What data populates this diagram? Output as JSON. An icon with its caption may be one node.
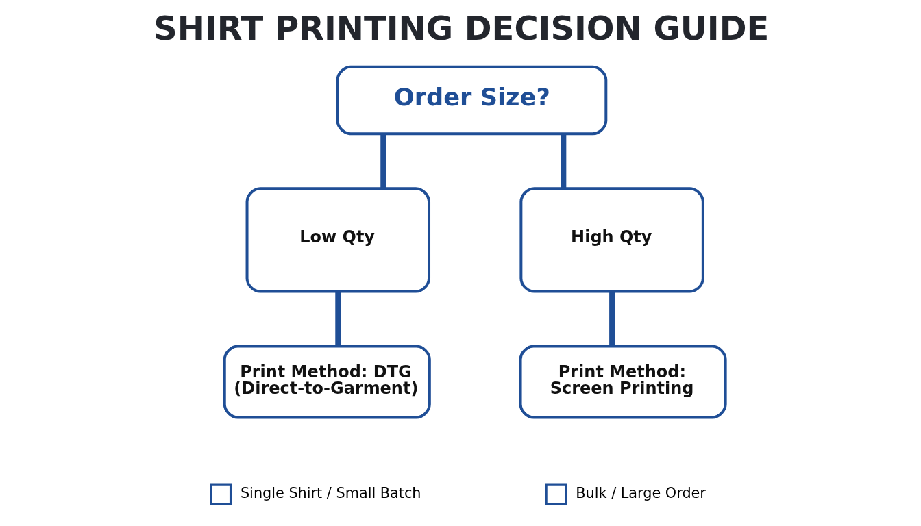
{
  "diagram": {
    "title": "SHIRT PRINTING DECISION GUIDE",
    "nodes": [
      {
        "text": [
          "Order Size?"
        ]
      },
      {
        "text": [
          "Low Qty"
        ]
      },
      {
        "text": [
          "High Qty"
        ]
      },
      {
        "text": [
          "Print Method: DTG (Direct-to-Garment)"
        ]
      },
      {
        "text": [
          "Print Method: Screen Printing"
        ]
      }
    ],
    "edges": [
      {
        "from": 0,
        "to": 1,
        "arrow": "none"
      },
      {
        "from": 0,
        "to": 2,
        "arrow": "none"
      },
      {
        "from": 1,
        "to": 3,
        "arrow": "none"
      },
      {
        "from": 2,
        "to": 4,
        "arrow": "none"
      }
    ],
    "legend": [
      {
        "text": "Single Shirt / Small Batch"
      },
      {
        "text": "Bulk / Large Order"
      }
    ]
  }
}
